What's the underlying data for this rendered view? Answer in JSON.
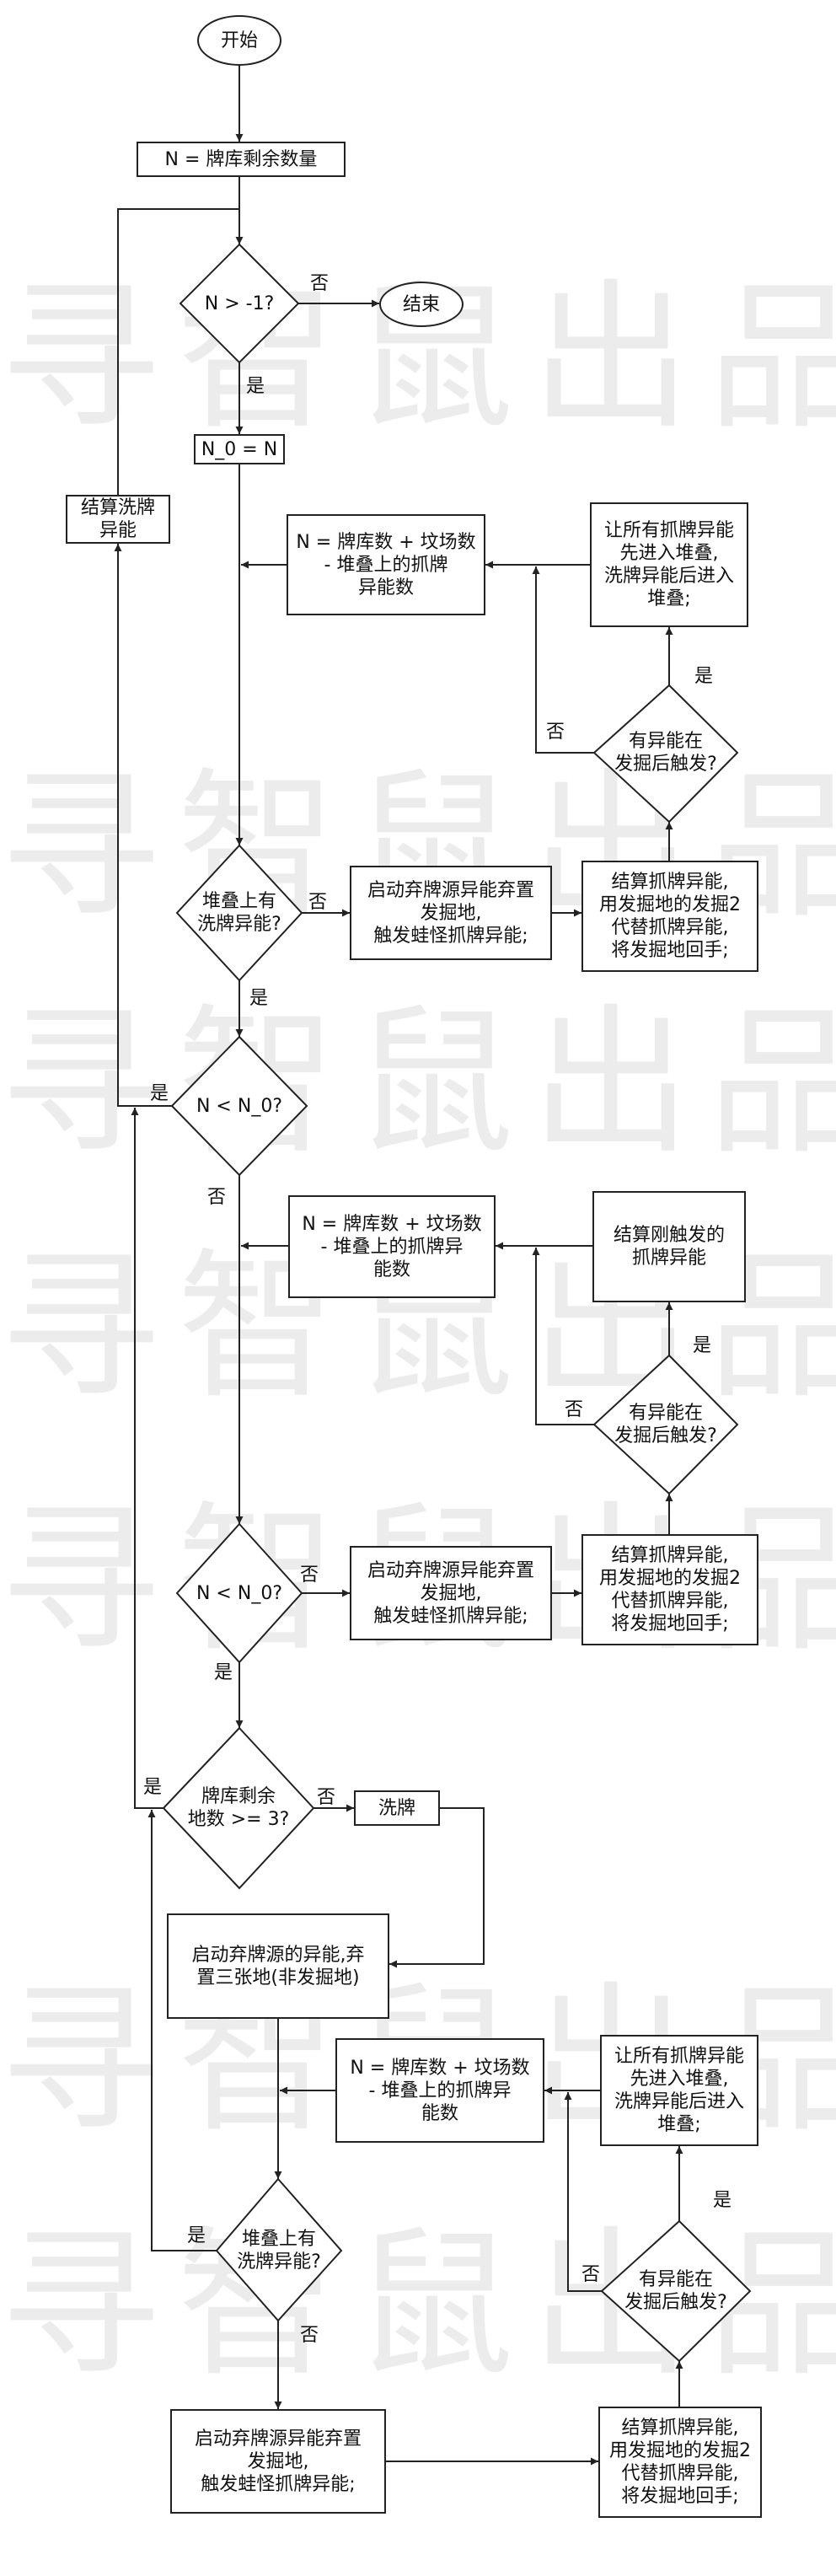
{
  "nodes": {
    "start": "开始",
    "n_init": "N = 牌库剩余数量",
    "cond_n": "N > -1?",
    "end": "结束",
    "n0": "N_0 = N",
    "settle_left": "结算洗牌\n异能",
    "n_calc_1": "N = 牌库数 + 坟场数\n- 堆叠上的抓牌\n异能数",
    "all_stack_1": "让所有抓牌异能\n先进入堆叠,\n洗牌异能后进入\n堆叠;",
    "has_after_1": "有异能在\n发掘后触发?",
    "stack_shuffle_1": "堆叠上有\n洗牌异能?",
    "discard_1": "启动弃牌源异能弃置\n发掘地,\n触发蛙怪抓牌异能;",
    "settle_draw_1": "结算抓牌异能,\n用发掘地的发掘2\n代替抓牌异能,\n将发掘地回手;",
    "cond_lt_1": "N < N_0?",
    "n_calc_2": "N = 牌库数 + 坟场数\n- 堆叠上的抓牌异\n能数",
    "settle_just": "结算刚触发的\n抓牌异能",
    "has_after_2": "有异能在\n发掘后触发?",
    "cond_lt_2": "N < N_0?",
    "discard_2": "启动弃牌源异能弃置\n发掘地,\n触发蛙怪抓牌异能;",
    "settle_draw_2": "结算抓牌异能,\n用发掘地的发掘2\n代替抓牌异能,\n将发掘地回手;",
    "library_ge3": "牌库剩余\n地数 >=  3?",
    "shuffle": "洗牌",
    "discard_three": "启动弃牌源的异能,弃\n置三张地(非发掘地)",
    "n_calc_3": "N = 牌库数 + 坟场数\n- 堆叠上的抓牌异\n能数",
    "all_stack_2": "让所有抓牌异能\n先进入堆叠,\n洗牌异能后进入\n堆叠;",
    "has_after_3": "有异能在\n发掘后触发?",
    "stack_shuffle_2": "堆叠上有\n洗牌异能?",
    "discard_3": "启动弃牌源异能弃置\n发掘地,\n触发蛙怪抓牌异能;",
    "settle_draw_3": "结算抓牌异能,\n用发掘地的发掘2\n代替抓牌异能,\n将发掘地回手;"
  },
  "labels": {
    "no_end": "否",
    "yes_cond_n": "是",
    "no_after_1": "否",
    "yes_after_1": "是",
    "no_stack_1": "否",
    "yes_stack_1": "是",
    "yes_lt_1": "是",
    "no_lt_1": "否",
    "no_after_2": "否",
    "yes_after_2": "是",
    "no_lt_2": "否",
    "yes_lt_2": "是",
    "yes_ge3": "是",
    "no_ge3": "否",
    "no_after_3": "否",
    "yes_after_3": "是",
    "yes_stack_2": "是",
    "no_stack_2": "否"
  },
  "watermark": "寻智鼠出品"
}
